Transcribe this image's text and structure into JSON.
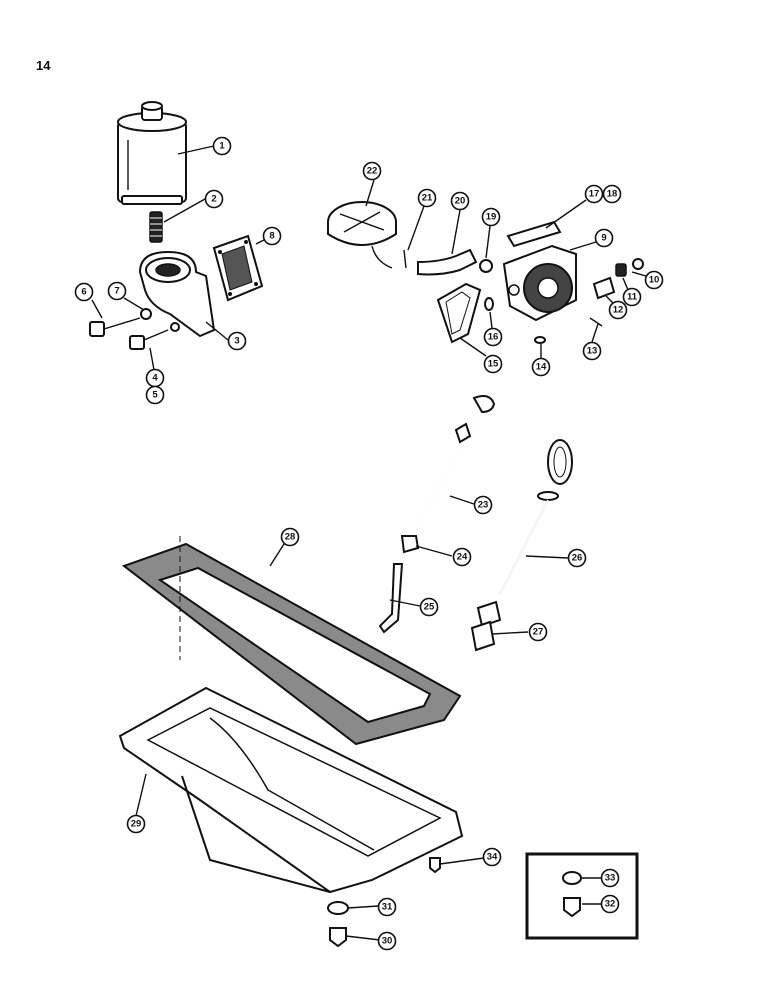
{
  "page": {
    "number": "14"
  },
  "callouts": [
    {
      "id": "c1",
      "label": "1"
    },
    {
      "id": "c2",
      "label": "2"
    },
    {
      "id": "c3",
      "label": "3"
    },
    {
      "id": "c4",
      "label": "4"
    },
    {
      "id": "c5",
      "label": "5"
    },
    {
      "id": "c6",
      "label": "6"
    },
    {
      "id": "c7",
      "label": "7"
    },
    {
      "id": "c8",
      "label": "8"
    },
    {
      "id": "c9",
      "label": "9"
    },
    {
      "id": "c10",
      "label": "10"
    },
    {
      "id": "c11",
      "label": "11"
    },
    {
      "id": "c12",
      "label": "12"
    },
    {
      "id": "c13",
      "label": "13"
    },
    {
      "id": "c14",
      "label": "14"
    },
    {
      "id": "c15",
      "label": "15"
    },
    {
      "id": "c16",
      "label": "16"
    },
    {
      "id": "c17",
      "label": "17"
    },
    {
      "id": "c18",
      "label": "18"
    },
    {
      "id": "c19",
      "label": "19"
    },
    {
      "id": "c20",
      "label": "20"
    },
    {
      "id": "c21",
      "label": "21"
    },
    {
      "id": "c22",
      "label": "22"
    },
    {
      "id": "c23",
      "label": "23"
    },
    {
      "id": "c24",
      "label": "24"
    },
    {
      "id": "c25",
      "label": "25"
    },
    {
      "id": "c26",
      "label": "26"
    },
    {
      "id": "c27",
      "label": "27"
    },
    {
      "id": "c28",
      "label": "28"
    },
    {
      "id": "c29",
      "label": "29"
    },
    {
      "id": "c30",
      "label": "30"
    },
    {
      "id": "c31",
      "label": "31"
    },
    {
      "id": "c32",
      "label": "32"
    },
    {
      "id": "c33",
      "label": "33"
    },
    {
      "id": "c34",
      "label": "34"
    }
  ]
}
